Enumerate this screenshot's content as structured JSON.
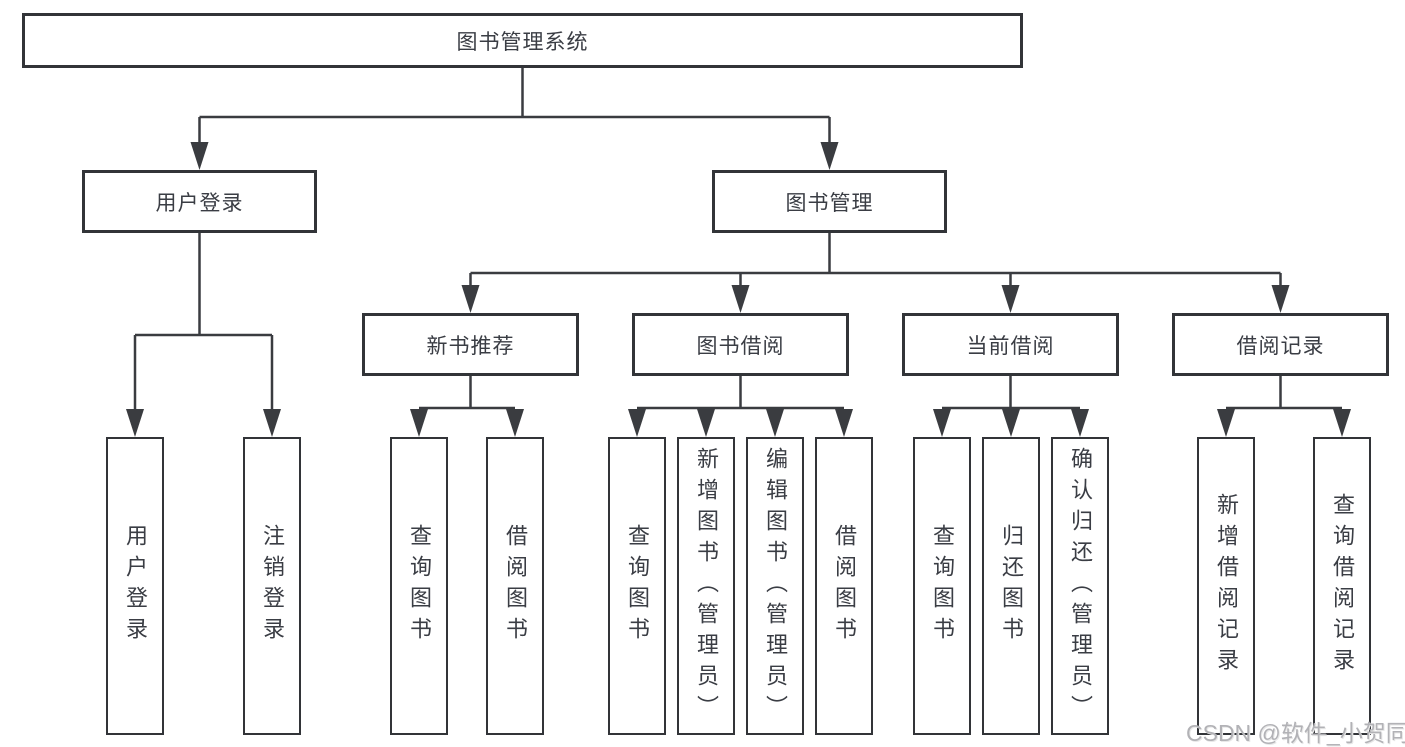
{
  "tree": {
    "label": "图书管理系统",
    "children": [
      {
        "label": "用户登录",
        "children": [
          {
            "label": "用户登录"
          },
          {
            "label": "注销登录"
          }
        ]
      },
      {
        "label": "图书管理",
        "children": [
          {
            "label": "新书推荐",
            "children": [
              {
                "label": "查询图书"
              },
              {
                "label": "借阅图书"
              }
            ]
          },
          {
            "label": "图书借阅",
            "children": [
              {
                "label": "查询图书"
              },
              {
                "label": "新增图书（管理员）"
              },
              {
                "label": "编辑图书（管理员）"
              },
              {
                "label": "借阅图书"
              }
            ]
          },
          {
            "label": "当前借阅",
            "children": [
              {
                "label": "查询图书"
              },
              {
                "label": "归还图书"
              },
              {
                "label": "确认归还（管理员）"
              }
            ]
          },
          {
            "label": "借阅记录",
            "children": [
              {
                "label": "新增借阅记录"
              },
              {
                "label": "查询借阅记录"
              }
            ]
          }
        ]
      }
    ]
  },
  "watermark": {
    "text": "CSDN @软件_小贺同学"
  },
  "colors": {
    "line": "#3a3c40",
    "box_border": "#323438",
    "text": "#3a3d44",
    "watermark": "#b2b2b6",
    "background": "#ffffff"
  }
}
